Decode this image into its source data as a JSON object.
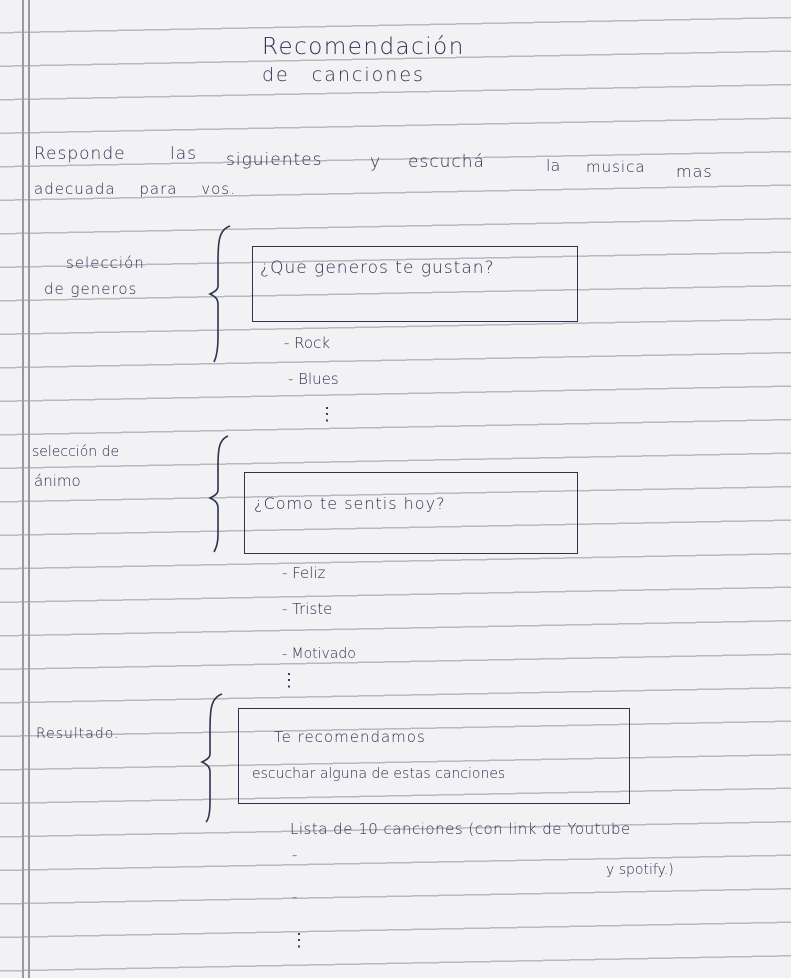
{
  "title": {
    "line1": "Recomendación",
    "line2": "de canciones"
  },
  "intro": {
    "line1a": "Responde",
    "line1b": "las",
    "line1c": "siguientes",
    "line1d": "y",
    "line1e": "escuchá",
    "line1f": "la",
    "line1g": "musica",
    "line1h": "mas",
    "line2": "adecuada para vos."
  },
  "sections": {
    "genres": {
      "label1": "selección",
      "label2": "de generos",
      "question": "¿Que generos te gustan?",
      "options": [
        "- Rock",
        "- Blues"
      ],
      "more": "⋮"
    },
    "mood": {
      "label1": "selección de",
      "label2": "ánimo",
      "question": "¿Como te sentis hoy?",
      "options": [
        "- Feliz",
        "- Triste",
        "- Motivado"
      ],
      "more": "⋮"
    },
    "result": {
      "label": "Resultado.",
      "box_line1": "Te recomendamos",
      "box_line2": "escuchar alguna de estas canciones",
      "list_title": "Lista de 10 canciones (con link de Youtube",
      "list_title2": "y spotify.)",
      "items": [
        "-",
        "-"
      ],
      "more": "⋮"
    }
  }
}
